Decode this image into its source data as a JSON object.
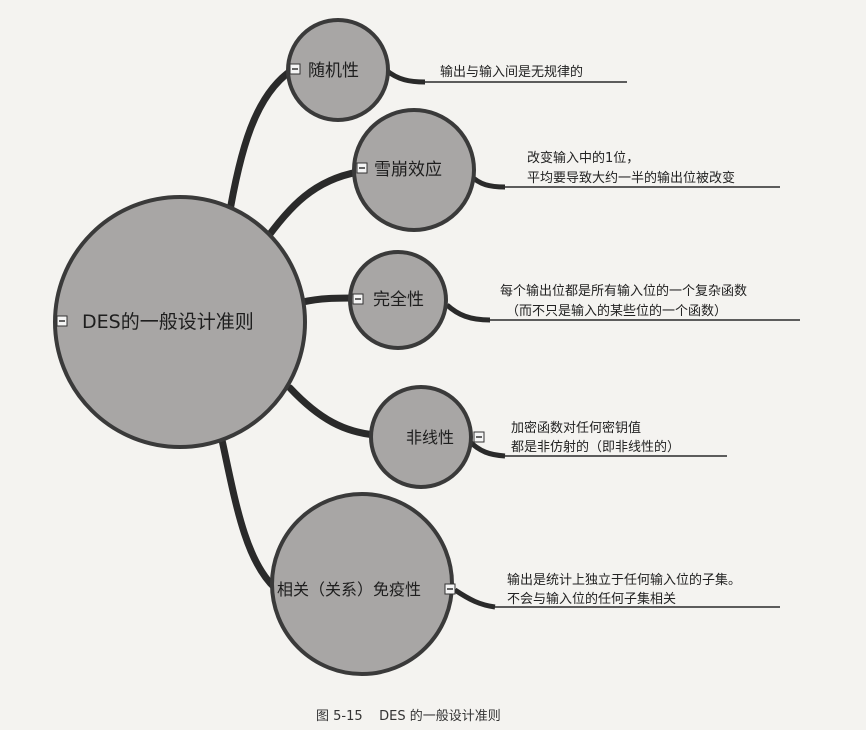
{
  "diagram": {
    "root": {
      "label": "DES的一般设计准则"
    },
    "branches": [
      {
        "label": "随机性",
        "description": [
          "输出与输入间是无规律的"
        ]
      },
      {
        "label": "雪崩效应",
        "description": [
          "改变输入中的1位，",
          "平均要导致大约一半的输出位被改变"
        ]
      },
      {
        "label": "完全性",
        "description": [
          "每个输出位都是所有输入位的一个复杂函数",
          "（而不只是输入的某些位的一个函数）"
        ]
      },
      {
        "label": "非线性",
        "description": [
          "加密函数对任何密钥值",
          "都是非仿射的（即非线性的）"
        ]
      },
      {
        "label": "相关（关系）免疫性",
        "description": [
          "输出是统计上独立于任何输入位的子集。",
          "不会与输入位的任何子集相关"
        ]
      }
    ],
    "caption": "图 5-15    DES 的一般设计准则"
  },
  "colors": {
    "circle_fill": "#a8a6a5",
    "circle_stroke": "#3a3a3a",
    "branch": "#2a2a2a",
    "underline": "#2a2a2a"
  }
}
